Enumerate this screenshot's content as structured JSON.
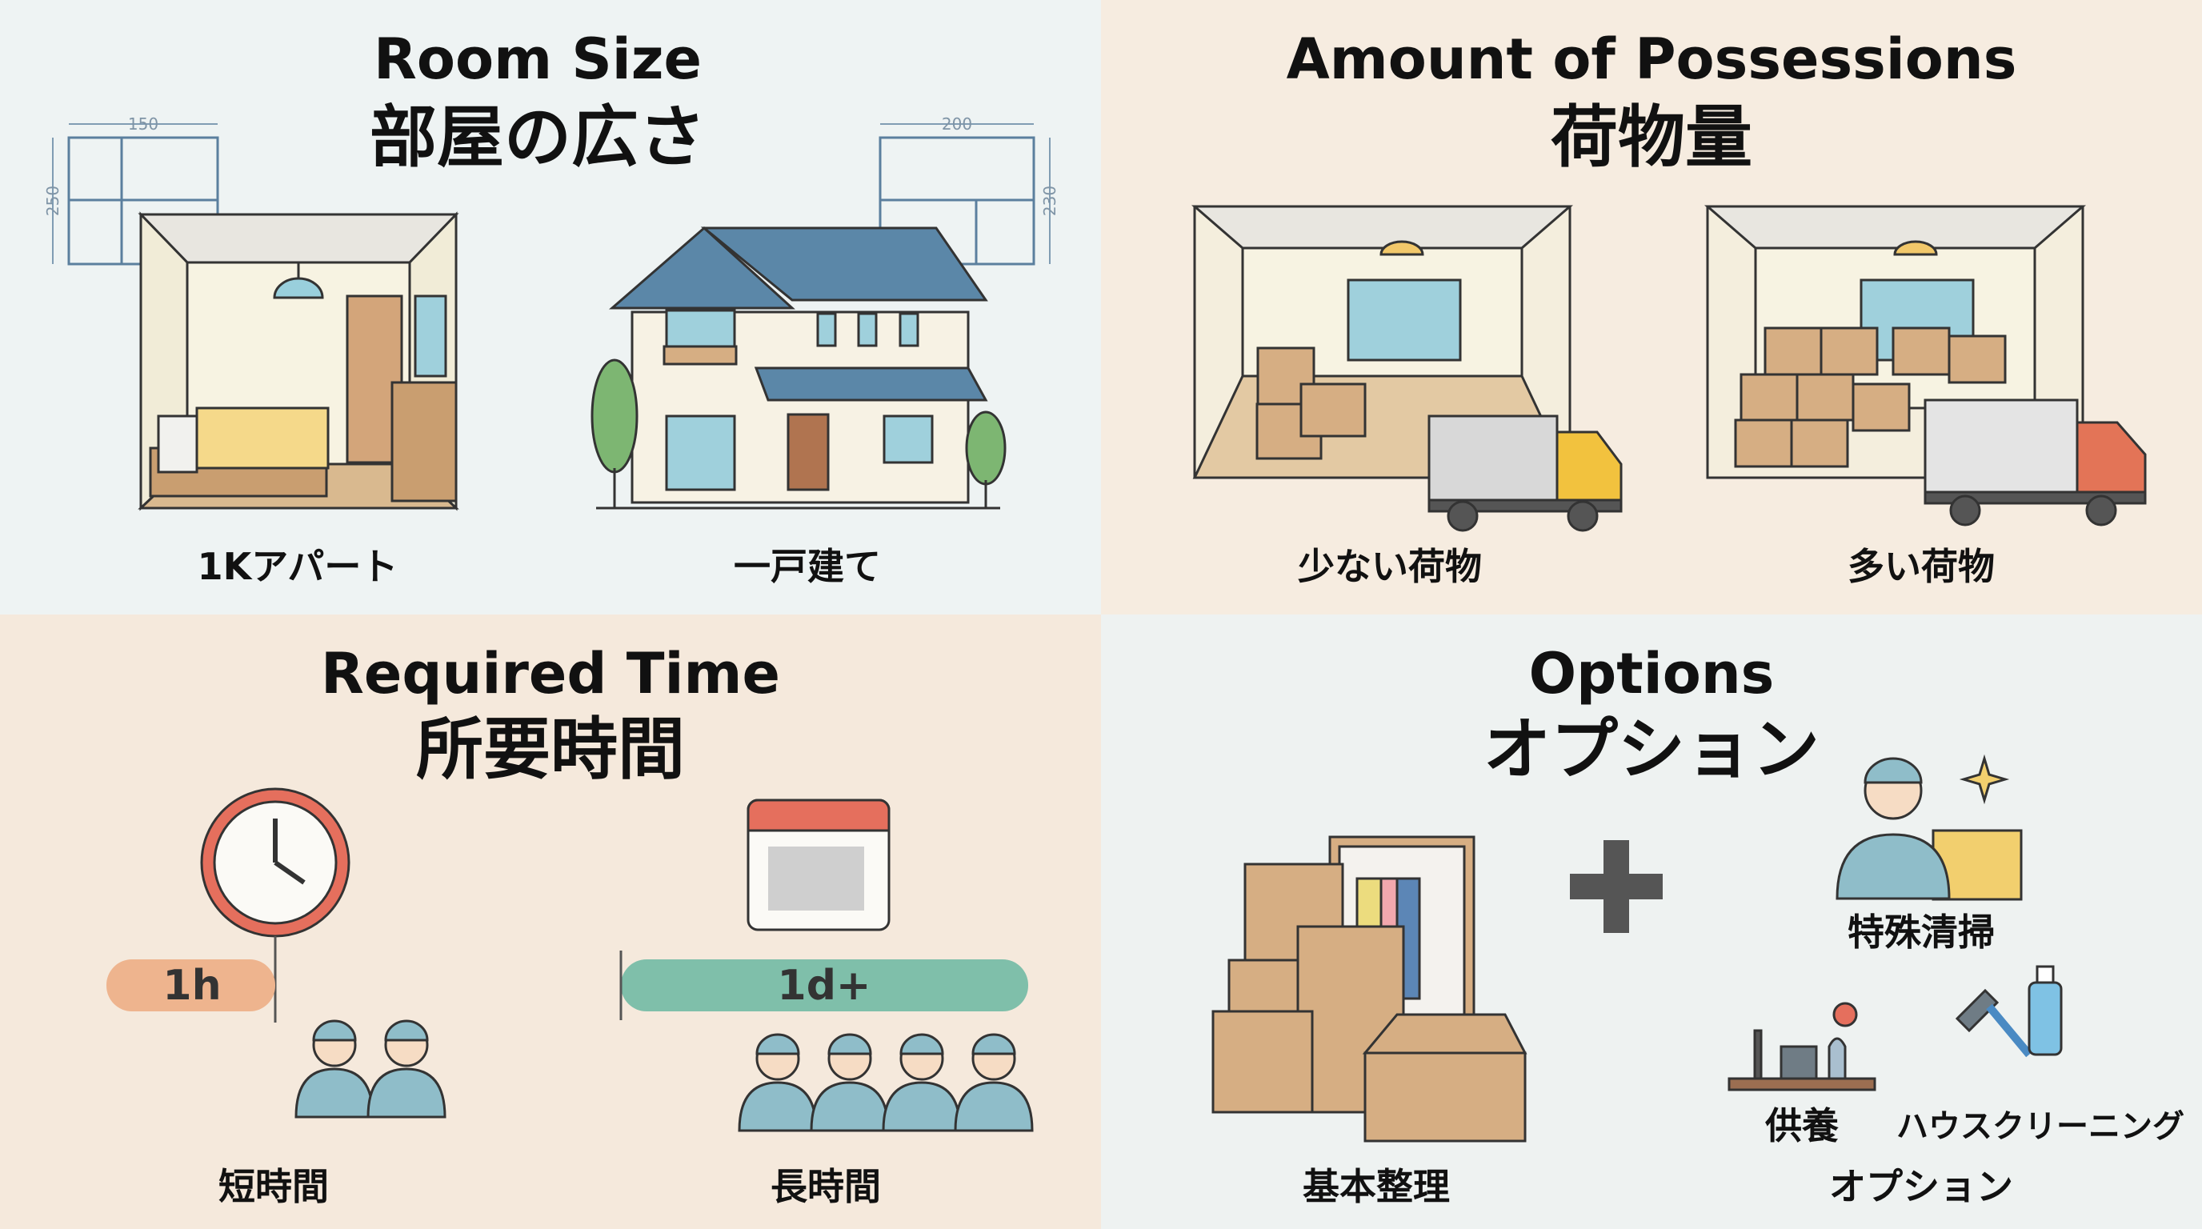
{
  "room_size": {
    "title_en": "Room Size",
    "title_jp": "部屋の広さ",
    "left_label": "1Kアパート",
    "right_label": "一戸建て",
    "plan_left": {
      "width": "150",
      "height": "250"
    },
    "plan_right": {
      "width": "200",
      "height": "230"
    }
  },
  "possessions": {
    "title_en": "Amount of Possessions",
    "title_jp": "荷物量",
    "left_label": "少ない荷物",
    "right_label": "多い荷物"
  },
  "required_time": {
    "title_en": "Required Time",
    "title_jp": "所要時間",
    "short_bar": "1h",
    "long_bar": "1d+",
    "short_label": "短時間",
    "long_label": "長時間",
    "short_workers": 2,
    "long_workers": 4
  },
  "options": {
    "title_en": "Options",
    "title_jp": "オプション",
    "basic_label": "基本整理",
    "special_cleaning": "特殊清掃",
    "memorial": "供養",
    "house_cleaning": "ハウスクリーニング",
    "options_label": "オプション"
  },
  "colors": {
    "bg_blue": "#eef3f3",
    "bg_beige": "#f6ece0",
    "bar_short": "#eeb48e",
    "bar_long": "#7fbfaa",
    "roof": "#5b87a8",
    "cardboard": "#d6ae83"
  }
}
